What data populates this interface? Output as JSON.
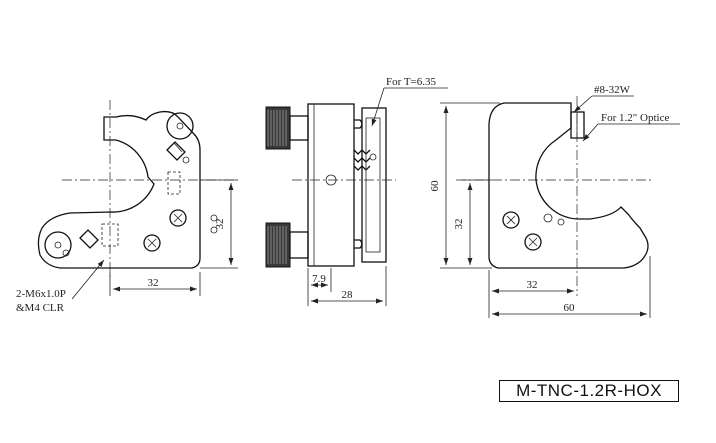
{
  "part_number": "M-TNC-1.2R-HOX",
  "left_view": {
    "dim_width": "32",
    "dim_height": "32",
    "thread_note_line1": "2-M6x1.0P",
    "thread_note_line2": "&M4 CLR"
  },
  "side_view": {
    "note_thickness": "For T=6.35",
    "dim_offset": "7.9",
    "dim_depth": "28"
  },
  "right_view": {
    "note_thread": "#8-32W",
    "note_optic": "For 1.2\" Optice",
    "dim_height_total": "60",
    "dim_height_center": "32",
    "dim_width_center": "32",
    "dim_width_total": "60"
  }
}
